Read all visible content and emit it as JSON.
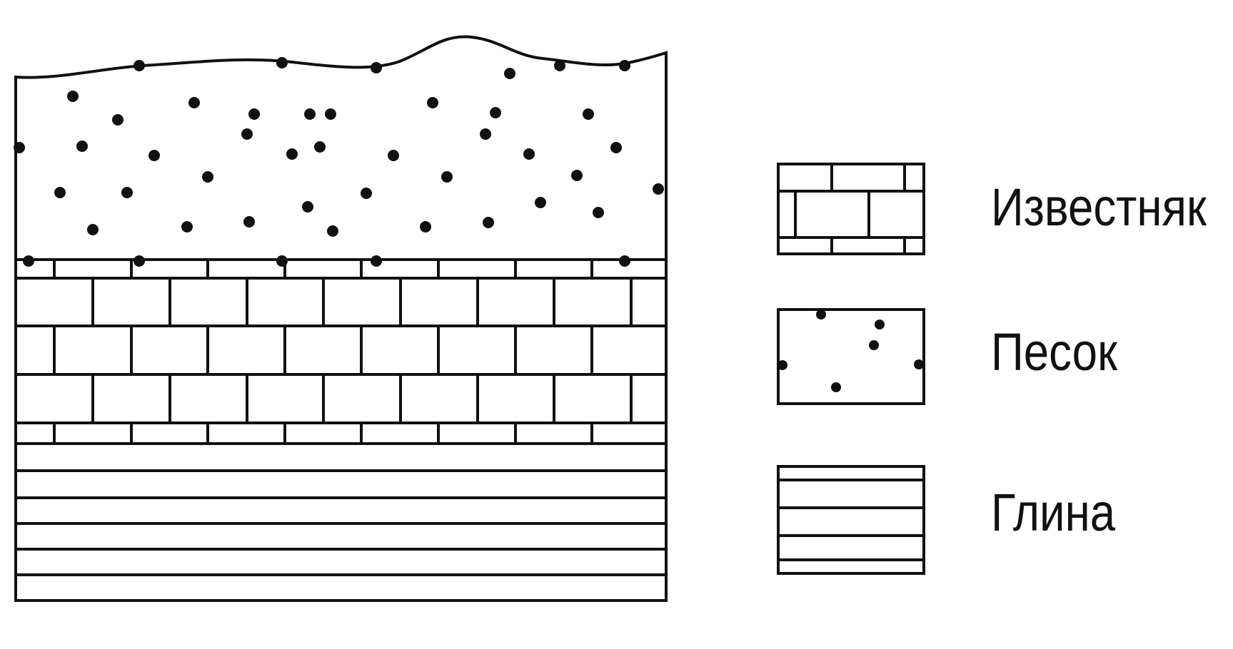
{
  "legend": {
    "items": [
      {
        "key": "limestone",
        "label": "Известняк"
      },
      {
        "key": "sand",
        "label": "Песок"
      },
      {
        "key": "clay",
        "label": "Глина"
      }
    ]
  },
  "colors": {
    "stroke": "#111111",
    "background": "#ffffff"
  }
}
